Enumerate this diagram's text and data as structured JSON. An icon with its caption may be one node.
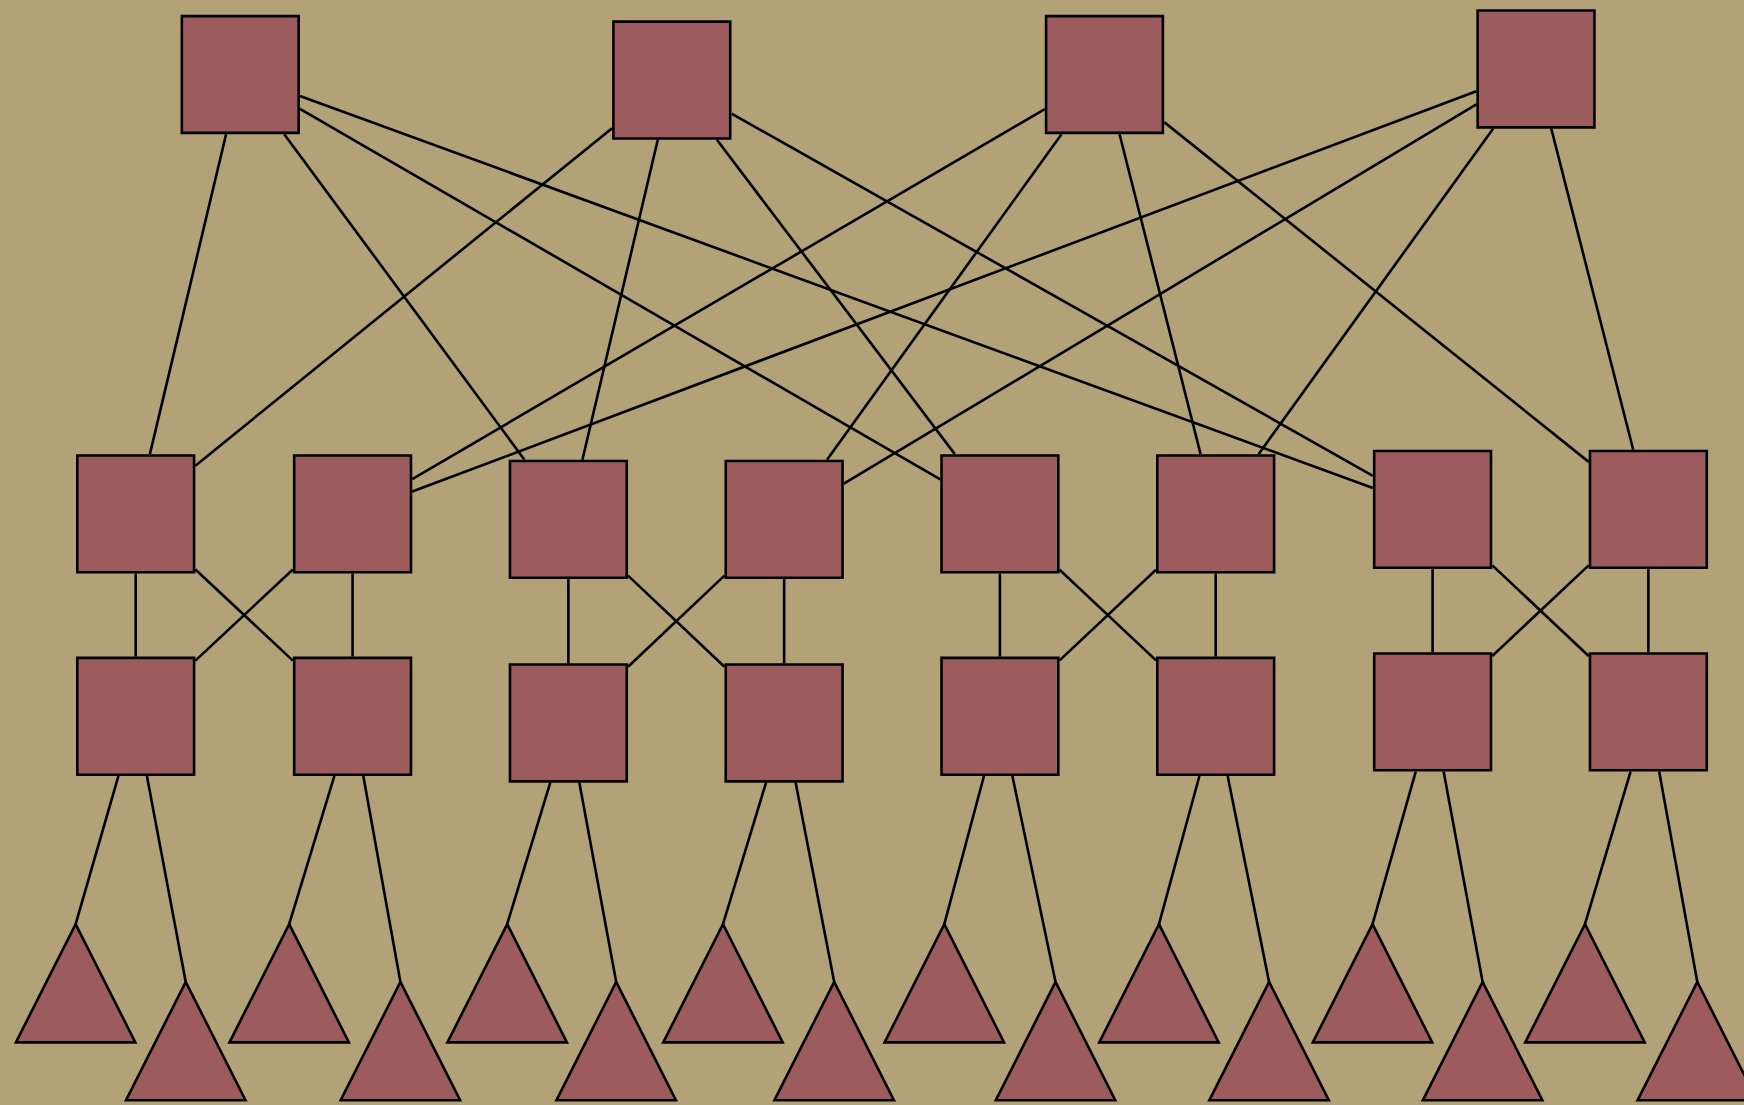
{
  "diagram": {
    "nodes": [
      {
        "text": [],
        "shape": "box"
      },
      {
        "text": [],
        "shape": "box"
      },
      {
        "text": [],
        "shape": "box"
      },
      {
        "text": [],
        "shape": "box"
      },
      {
        "text": [],
        "shape": "box"
      },
      {
        "text": [],
        "shape": "box"
      },
      {
        "text": [],
        "shape": "box"
      },
      {
        "text": [],
        "shape": "box"
      },
      {
        "text": [],
        "shape": "box"
      },
      {
        "text": [],
        "shape": "box"
      },
      {
        "text": [],
        "shape": "box"
      },
      {
        "text": [],
        "shape": "box"
      },
      {
        "text": [],
        "shape": "box"
      },
      {
        "text": [],
        "shape": "box"
      },
      {
        "text": [],
        "shape": "box"
      },
      {
        "text": [],
        "shape": "box"
      },
      {
        "text": [],
        "shape": "box"
      },
      {
        "text": [],
        "shape": "box"
      },
      {
        "text": [],
        "shape": "box"
      },
      {
        "text": [],
        "shape": "box"
      },
      {
        "text": [],
        "shape": "triangle"
      },
      {
        "text": [],
        "shape": "triangle"
      },
      {
        "text": [],
        "shape": "triangle"
      },
      {
        "text": [],
        "shape": "triangle"
      },
      {
        "text": [],
        "shape": "triangle"
      },
      {
        "text": [],
        "shape": "triangle"
      },
      {
        "text": [],
        "shape": "triangle"
      },
      {
        "text": [],
        "shape": "triangle"
      },
      {
        "text": [],
        "shape": "triangle"
      },
      {
        "text": [],
        "shape": "triangle"
      },
      {
        "text": [],
        "shape": "triangle"
      },
      {
        "text": [],
        "shape": "triangle"
      },
      {
        "text": [],
        "shape": "triangle"
      },
      {
        "text": [],
        "shape": "triangle"
      },
      {
        "text": [],
        "shape": "triangle"
      },
      {
        "text": [],
        "shape": "triangle"
      }
    ],
    "edges": [
      {
        "from": 0,
        "to": 4,
        "arrow": "none"
      },
      {
        "from": 0,
        "to": 6,
        "arrow": "none"
      },
      {
        "from": 0,
        "to": 8,
        "arrow": "none"
      },
      {
        "from": 0,
        "to": 10,
        "arrow": "none"
      },
      {
        "from": 1,
        "to": 4,
        "arrow": "none"
      },
      {
        "from": 1,
        "to": 6,
        "arrow": "none"
      },
      {
        "from": 1,
        "to": 8,
        "arrow": "none"
      },
      {
        "from": 1,
        "to": 10,
        "arrow": "none"
      },
      {
        "from": 2,
        "to": 5,
        "arrow": "none"
      },
      {
        "from": 2,
        "to": 7,
        "arrow": "none"
      },
      {
        "from": 2,
        "to": 9,
        "arrow": "none"
      },
      {
        "from": 2,
        "to": 11,
        "arrow": "none"
      },
      {
        "from": 3,
        "to": 5,
        "arrow": "none"
      },
      {
        "from": 3,
        "to": 7,
        "arrow": "none"
      },
      {
        "from": 3,
        "to": 9,
        "arrow": "none"
      },
      {
        "from": 3,
        "to": 11,
        "arrow": "none"
      },
      {
        "from": 4,
        "to": 12,
        "arrow": "none"
      },
      {
        "from": 4,
        "to": 13,
        "arrow": "none"
      },
      {
        "from": 5,
        "to": 13,
        "arrow": "none"
      },
      {
        "from": 5,
        "to": 12,
        "arrow": "none"
      },
      {
        "from": 6,
        "to": 14,
        "arrow": "none"
      },
      {
        "from": 6,
        "to": 15,
        "arrow": "none"
      },
      {
        "from": 7,
        "to": 15,
        "arrow": "none"
      },
      {
        "from": 7,
        "to": 14,
        "arrow": "none"
      },
      {
        "from": 8,
        "to": 16,
        "arrow": "none"
      },
      {
        "from": 8,
        "to": 17,
        "arrow": "none"
      },
      {
        "from": 9,
        "to": 17,
        "arrow": "none"
      },
      {
        "from": 9,
        "to": 16,
        "arrow": "none"
      },
      {
        "from": 10,
        "to": 18,
        "arrow": "none"
      },
      {
        "from": 10,
        "to": 19,
        "arrow": "none"
      },
      {
        "from": 11,
        "to": 19,
        "arrow": "none"
      },
      {
        "from": 11,
        "to": 18,
        "arrow": "none"
      },
      {
        "from": 12,
        "to": 20,
        "arrow": "none"
      },
      {
        "from": 12,
        "to": 21,
        "arrow": "none"
      },
      {
        "from": 13,
        "to": 22,
        "arrow": "none"
      },
      {
        "from": 13,
        "to": 23,
        "arrow": "none"
      },
      {
        "from": 14,
        "to": 24,
        "arrow": "none"
      },
      {
        "from": 14,
        "to": 25,
        "arrow": "none"
      },
      {
        "from": 15,
        "to": 26,
        "arrow": "none"
      },
      {
        "from": 15,
        "to": 27,
        "arrow": "none"
      },
      {
        "from": 16,
        "to": 28,
        "arrow": "none"
      },
      {
        "from": 16,
        "to": 29,
        "arrow": "none"
      },
      {
        "from": 17,
        "to": 30,
        "arrow": "none"
      },
      {
        "from": 17,
        "to": 31,
        "arrow": "none"
      },
      {
        "from": 18,
        "to": 32,
        "arrow": "none"
      },
      {
        "from": 18,
        "to": 33,
        "arrow": "none"
      },
      {
        "from": 19,
        "to": 34,
        "arrow": "none"
      },
      {
        "from": 19,
        "to": 35,
        "arrow": "none"
      }
    ]
  }
}
